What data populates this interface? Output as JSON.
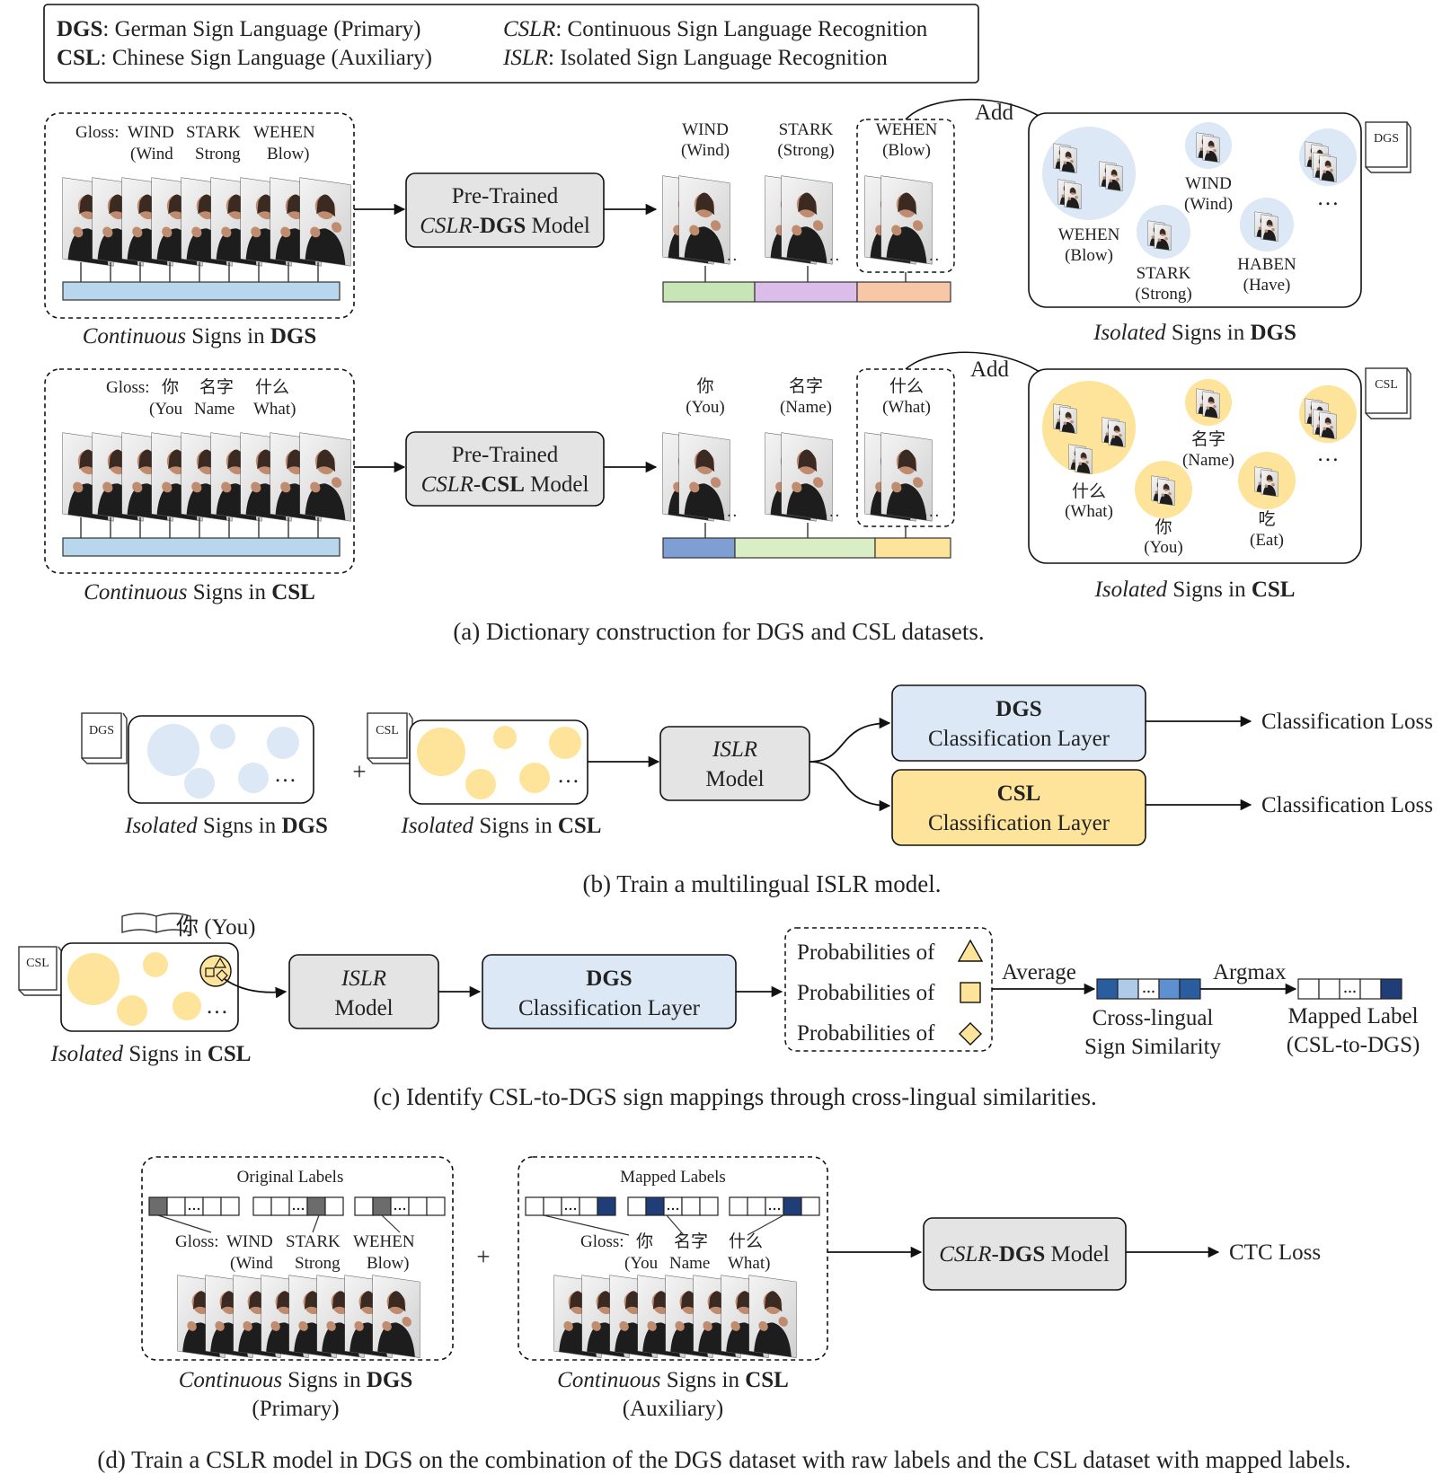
{
  "legend": {
    "dgs_abbr": "DGS",
    "dgs_text": ": German Sign Language (Primary)",
    "csl_abbr": "CSL",
    "csl_text": ": Chinese Sign Language (Auxiliary)",
    "cslr_abbr": "CSLR",
    "cslr_text": ": Continuous Sign Language Recognition",
    "islr_abbr": "ISLR",
    "islr_text": ": Isolated Sign Language Recognition"
  },
  "panel_a": {
    "dgs": {
      "gloss_prefix": "Gloss:",
      "gloss_words": [
        "WIND",
        "STARK",
        "WEHEN"
      ],
      "gloss_trans": [
        "(Wind",
        "Strong",
        "Blow)"
      ],
      "cont_caption_it": "Continuous",
      "cont_caption_mid": " Signs in ",
      "cont_caption_b": "DGS",
      "model_line1": "Pre-Trained",
      "model_l2_it": "CSLR",
      "model_l2_dash": "-",
      "model_l2_b": "DGS",
      "model_l2_end": " Model",
      "seg_words": [
        "WIND",
        "STARK",
        "WEHEN"
      ],
      "seg_trans": [
        "(Wind)",
        "(Strong)",
        "(Blow)"
      ],
      "add": "Add",
      "book_label": "DGS",
      "iso_labels": [
        [
          "WEHEN",
          "(Blow)"
        ],
        [
          "WIND",
          "(Wind)"
        ],
        [
          "STARK",
          "(Strong)"
        ],
        [
          "HABEN",
          "(Have)"
        ]
      ],
      "ellipsis": "…",
      "iso_caption_it": "Isolated",
      "iso_caption_mid": " Signs in ",
      "iso_caption_b": "DGS"
    },
    "csl": {
      "gloss_prefix": "Gloss:",
      "gloss_words": [
        "你",
        "名字",
        "什么"
      ],
      "gloss_trans": [
        "(You",
        "Name",
        "What)"
      ],
      "cont_caption_it": "Continuous",
      "cont_caption_mid": " Signs in ",
      "cont_caption_b": "CSL",
      "model_line1": "Pre-Trained",
      "model_l2_it": "CSLR",
      "model_l2_dash": "-",
      "model_l2_b": "CSL",
      "model_l2_end": " Model",
      "seg_words": [
        "你",
        "名字",
        "什么"
      ],
      "seg_trans": [
        "(You)",
        "(Name)",
        "(What)"
      ],
      "add": "Add",
      "book_label": "CSL",
      "iso_labels": [
        [
          "什么",
          "(What)"
        ],
        [
          "名字",
          "(Name)"
        ],
        [
          "你",
          "(You)"
        ],
        [
          "吃",
          "(Eat)"
        ]
      ],
      "ellipsis": "…",
      "iso_caption_it": "Isolated",
      "iso_caption_mid": " Signs in ",
      "iso_caption_b": "CSL"
    },
    "caption": "(a) Dictionary construction for DGS and CSL datasets."
  },
  "panel_b": {
    "dgs_book": "DGS",
    "csl_book": "CSL",
    "plus": "+",
    "ellipsis": "…",
    "iso_dgs_it": "Isolated",
    "iso_dgs_mid": " Signs in ",
    "iso_dgs_b": "DGS",
    "iso_csl_it": "Isolated",
    "iso_csl_mid": " Signs in ",
    "iso_csl_b": "CSL",
    "islr_l1": "ISLR",
    "islr_l2": "Model",
    "dgs_layer_l1": "DGS",
    "dgs_layer_l2": "Classification Layer",
    "csl_layer_l1": "CSL",
    "csl_layer_l2": "Classification Layer",
    "loss_1": "Classification Loss",
    "loss_2": "Classification Loss",
    "caption": "(b) Train a multilingual ISLR model."
  },
  "panel_c": {
    "book": "CSL",
    "dict_word": "你 (You)",
    "ellipsis": "…",
    "iso_it": "Isolated",
    "iso_mid": " Signs in ",
    "iso_b": "CSL",
    "islr_l1": "ISLR",
    "islr_l2": "Model",
    "layer_l1": "DGS",
    "layer_l2": "Classification Layer",
    "prob_rows": [
      "Probabilities of",
      "Probabilities of",
      "Probabilities of"
    ],
    "average": "Average",
    "argmax": "Argmax",
    "sim_l1": "Cross-lingual",
    "sim_l2": "Sign Similarity",
    "map_l1": "Mapped Label",
    "map_l2": "(CSL-to-DGS)",
    "caption": "(c) Identify CSL-to-DGS sign mappings through cross-lingual similarities."
  },
  "panel_d": {
    "orig_title": "Original Labels",
    "mapped_title": "Mapped Labels",
    "dgs_gloss_prefix": "Gloss:",
    "dgs_gloss_words": [
      "WIND",
      "STARK",
      "WEHEN"
    ],
    "dgs_gloss_trans": [
      "(Wind",
      "Strong",
      "Blow)"
    ],
    "csl_gloss_prefix": "Gloss:",
    "csl_gloss_words": [
      "你",
      "名字",
      "什么"
    ],
    "csl_gloss_trans": [
      "(You",
      "Name",
      "What)"
    ],
    "plus": "+",
    "cont_dgs_it": "Continuous",
    "cont_dgs_mid": " Signs in ",
    "cont_dgs_b": "DGS",
    "cont_dgs_l2": "(Primary)",
    "cont_csl_it": "Continuous",
    "cont_csl_mid": " Signs in ",
    "cont_csl_b": "CSL",
    "cont_csl_l2": "(Auxiliary)",
    "model_it": "CSLR",
    "model_dash": "-",
    "model_b": "DGS",
    "model_end": " Model",
    "loss": "CTC Loss",
    "caption": "(d) Train a CSLR model in DGS on the combination of the DGS dataset with raw labels and the CSL dataset with mapped labels."
  },
  "colors": {
    "dgs_blue": "#dce8f5",
    "csl_yellow": "#fde49a",
    "box_gray": "#e4e4e4",
    "wind_green": "#5e8f3a",
    "stark_purple": "#7c3f9e",
    "wehen_orange": "#c0641e",
    "haben_red": "#b01e1e",
    "you_blue": "#2f5e9e",
    "name_green": "#4d8a3a",
    "what_gold": "#c9a21a",
    "eat_orange": "#c0641e",
    "bar_blue": "#b9d7ec",
    "seg_green": "#c8e6b5",
    "seg_purple": "#dcbde9",
    "seg_orange": "#f7c7a8",
    "seg_cblue": "#7f9ed4",
    "seg_cgreen": "#d9eec4",
    "seg_cyellow": "#fde49a",
    "sim_dark": "#2a5d9f",
    "sim_mid": "#5e8fcf",
    "sim_light": "#aecbea",
    "map_dark": "#1f3d77"
  }
}
